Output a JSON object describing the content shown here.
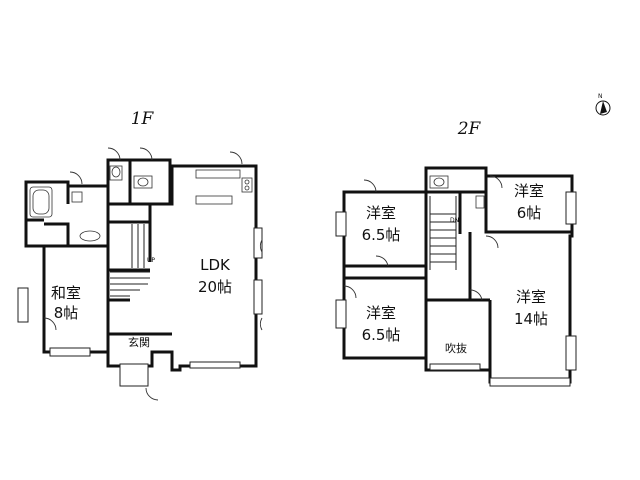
{
  "floors": [
    {
      "label": "1F",
      "rooms": [
        {
          "name": "和室",
          "size": "8帖"
        },
        {
          "name": "LDK",
          "size": "20帖"
        },
        {
          "name": "玄関",
          "size": ""
        }
      ],
      "stair_mark": "UP"
    },
    {
      "label": "2F",
      "rooms": [
        {
          "name": "洋室",
          "size": "6.5帖"
        },
        {
          "name": "洋室",
          "size": "6.5帖"
        },
        {
          "name": "吹抜",
          "size": ""
        },
        {
          "name": "洋室",
          "size": "6帖"
        },
        {
          "name": "洋室",
          "size": "14帖"
        }
      ],
      "stair_mark": "DN"
    }
  ],
  "compass": {
    "letter": "N",
    "icon": "north-arrow-icon"
  }
}
